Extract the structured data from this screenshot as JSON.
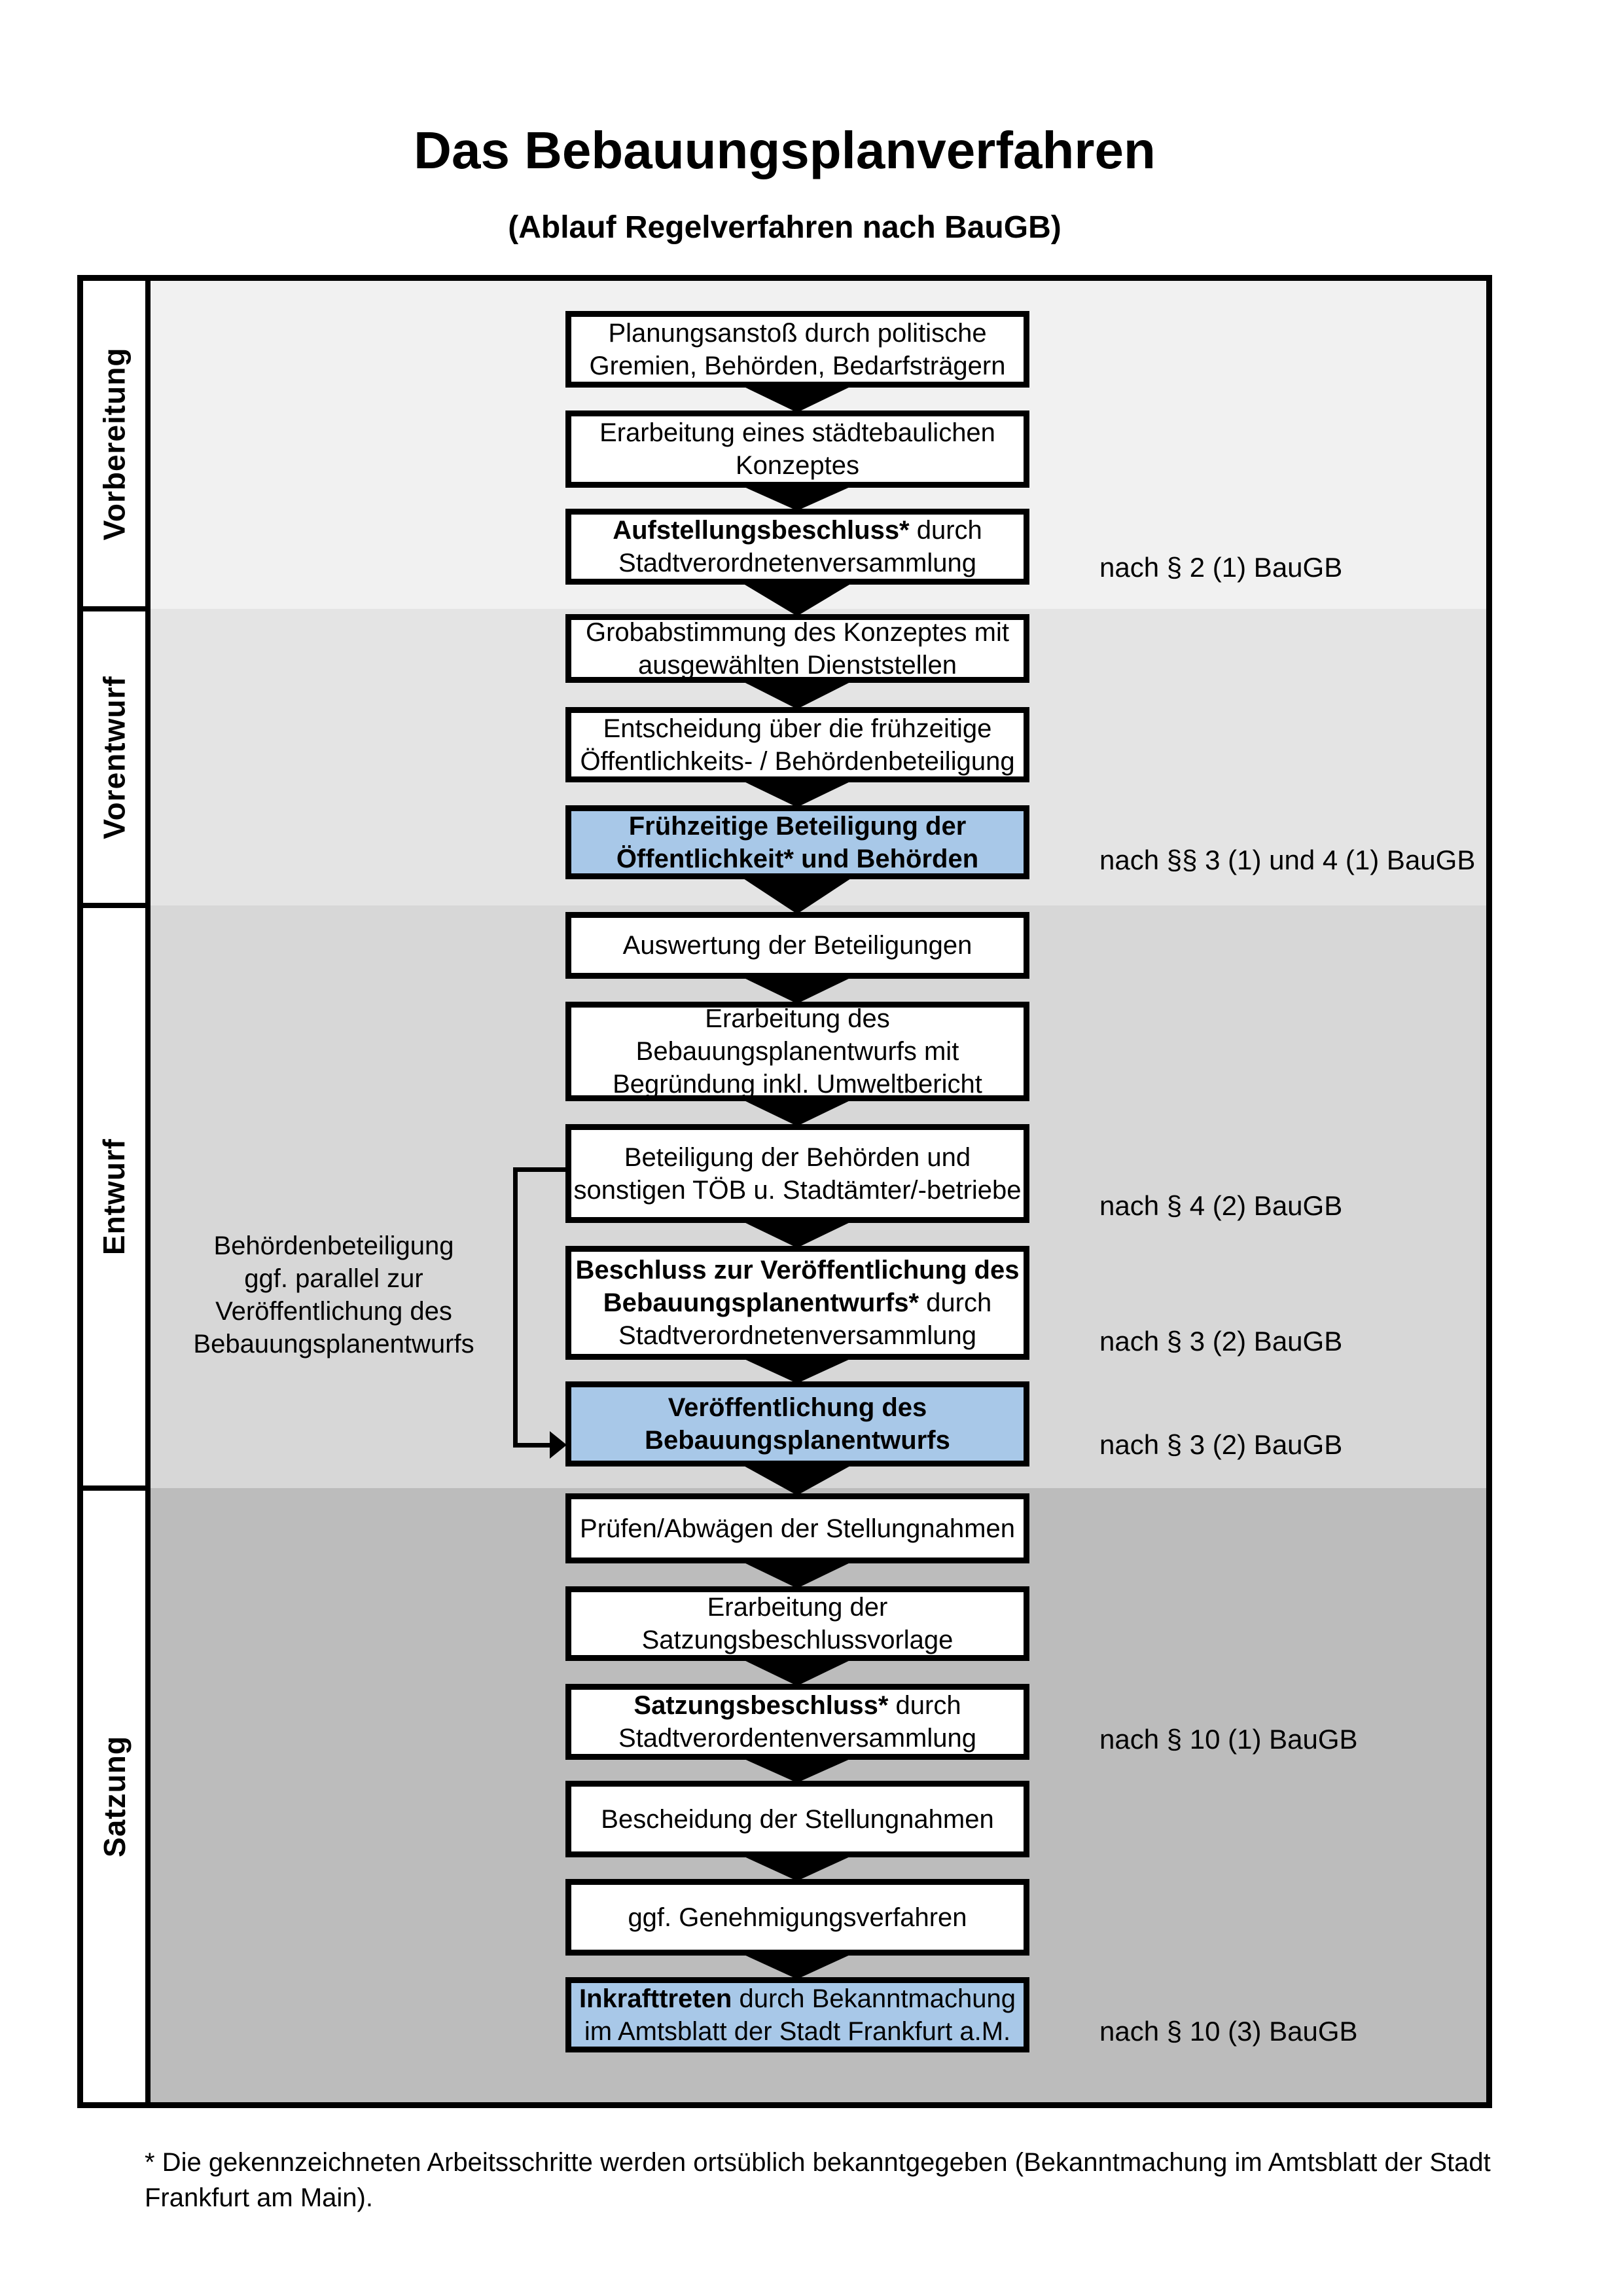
{
  "title": "Das Bebauungsplanverfahren",
  "subtitle": "(Ablauf Regelverfahren nach BauGB)",
  "colors": {
    "highlight_box": "#a8c8e8",
    "box_background": "#ffffff",
    "border": "#000000",
    "section_backgrounds": [
      "#f1f1f1",
      "#e4e4e4",
      "#d7d7d7",
      "#bcbcbc"
    ]
  },
  "sections": [
    {
      "label": "Vorbereitung",
      "boxes": [
        {
          "lines": [
            {
              "r": "Planungsanstoß durch politische"
            },
            {
              "r": "Gremien, Behörden, Bedarfsträgern"
            }
          ]
        },
        {
          "lines": [
            {
              "r": "Erarbeitung eines städtebaulichen"
            },
            {
              "r": "Konzeptes"
            }
          ]
        },
        {
          "lines": [
            {
              "b": "Aufstellungsbeschluss*",
              "r": " durch"
            },
            {
              "r": "Stadtverordnetenversammlung"
            }
          ]
        }
      ]
    },
    {
      "label": "Vorentwurf",
      "boxes": [
        {
          "lines": [
            {
              "r": "Grobabstimmung des Konzeptes mit"
            },
            {
              "r": "ausgewählten Dienststellen"
            }
          ]
        },
        {
          "lines": [
            {
              "r": "Entscheidung über die frühzeitige"
            },
            {
              "r": "Öffentlichkeits- / Behördenbeteiligung"
            }
          ]
        },
        {
          "highlighted": true,
          "lines": [
            {
              "b": "Frühzeitige Beteiligung der"
            },
            {
              "b": "Öffentlichkeit* und Behörden"
            }
          ]
        }
      ]
    },
    {
      "label": "Entwurf",
      "side_note": "Behördenbeteiligung\nggf. parallel zur\nVeröffentlichung des\nBebauungsplanentwurfs",
      "boxes": [
        {
          "lines": [
            {
              "r": "Auswertung der Beteiligungen"
            }
          ]
        },
        {
          "lines": [
            {
              "r": "Erarbeitung des"
            },
            {
              "r": "Bebauungsplanentwurfs mit"
            },
            {
              "r": "Begründung inkl. Umweltbericht"
            }
          ]
        },
        {
          "lines": [
            {
              "r": "Beteiligung der Behörden und"
            },
            {
              "r": "sonstigen TÖB u. Stadtämter/-betriebe"
            }
          ]
        },
        {
          "lines": [
            {
              "b": "Beschluss zur Veröffentlichung des"
            },
            {
              "b": "Bebauungsplanentwurfs*",
              "r": " durch"
            },
            {
              "r": "Stadtverordnetenversammlung"
            }
          ]
        },
        {
          "highlighted": true,
          "lines": [
            {
              "b": "Veröffentlichung des"
            },
            {
              "b": "Bebauungsplanentwurfs"
            }
          ]
        }
      ]
    },
    {
      "label": "Satzung",
      "boxes": [
        {
          "lines": [
            {
              "r": "Prüfen/Abwägen der Stellungnahmen"
            }
          ]
        },
        {
          "lines": [
            {
              "r": "Erarbeitung der"
            },
            {
              "r": "Satzungsbeschlussvorlage"
            }
          ]
        },
        {
          "lines": [
            {
              "b": "Satzungsbeschluss*",
              "r": " durch"
            },
            {
              "r": "Stadtverordentenversammlung"
            }
          ]
        },
        {
          "lines": [
            {
              "r": "Bescheidung der Stellungnahmen"
            }
          ]
        },
        {
          "lines": [
            {
              "r": "ggf. Genehmigungsverfahren"
            }
          ]
        },
        {
          "highlighted": true,
          "lines": [
            {
              "b": "Inkrafttreten",
              "r": " durch Bekanntmachung"
            },
            {
              "r": "im Amtsblatt der Stadt Frankfurt a.M."
            }
          ]
        }
      ]
    }
  ],
  "legal_notes": [
    "nach § 2 (1) BauGB",
    "nach §§ 3 (1) und 4 (1) BauGB",
    "nach § 4 (2) BauGB",
    "nach § 3 (2) BauGB",
    "nach § 3 (2) BauGB",
    "nach § 10 (1) BauGB",
    "nach § 10 (3) BauGB"
  ],
  "footnote": "* Die gekennzeichneten Arbeitsschritte werden ortsüblich bekanntgegeben (Bekanntmachung im Amtsblatt  der Stadt\nFrankfurt am Main)."
}
